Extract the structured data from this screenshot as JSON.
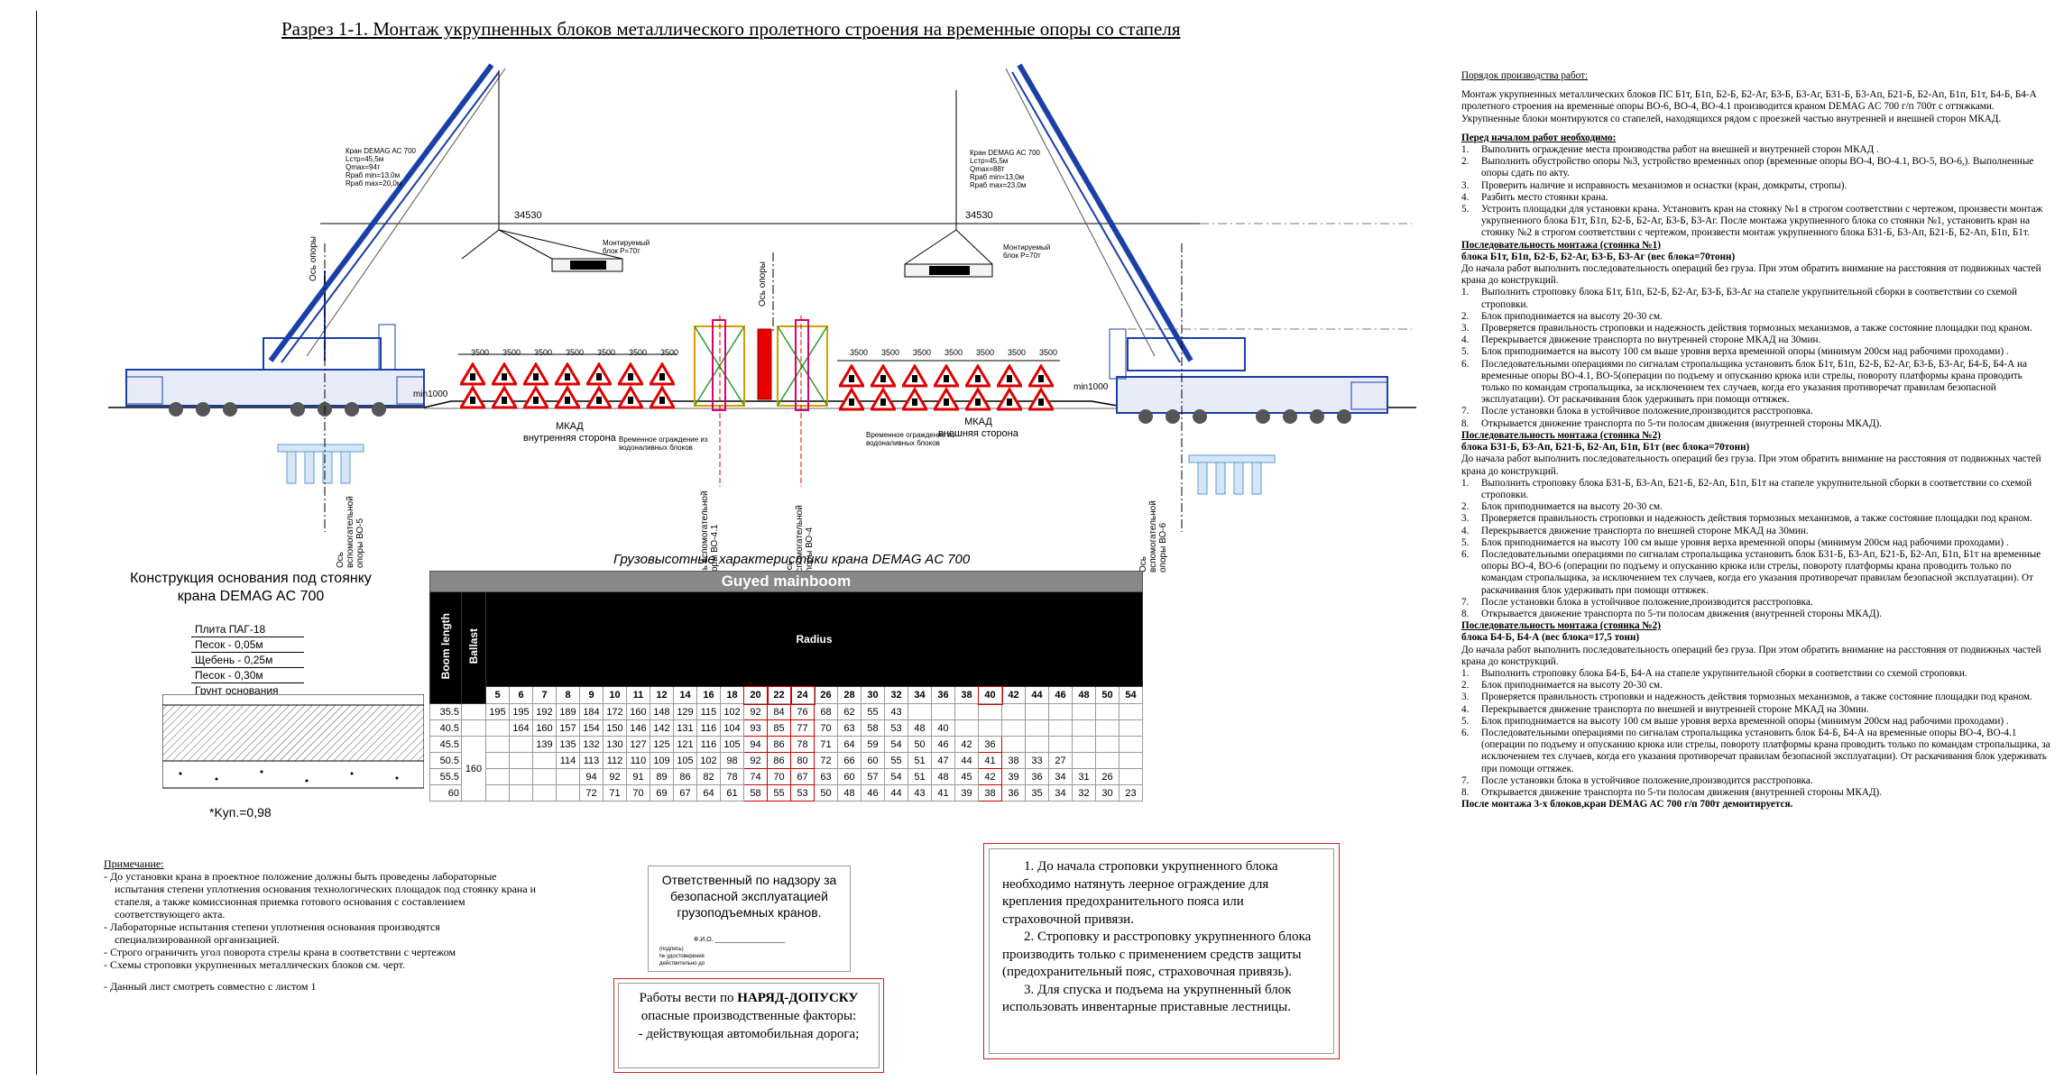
{
  "title": "Разрез 1-1. Монтаж укрупненных блоков металлического пролетного строения на временные опоры со стапеля",
  "drawing": {
    "crane_left": {
      "lines": [
        "Кран DEMAG AC 700",
        "Lстр=45,5м",
        "Qmax=94т",
        "Rраб min=13,0м",
        "Rраб max=20,0м"
      ]
    },
    "crane_right": {
      "lines": [
        "Кран DEMAG AC 700",
        "Lстр=45,5м",
        "Qmax=88т",
        "Rраб min=13,0м",
        "Rраб max=23,0м"
      ]
    },
    "dim_34530": "34530",
    "block_left": "Монтируемый\nблок P=70т",
    "block_right": "Монтируемый\nблок P=70т",
    "dim_3500": "3500",
    "min1000": "min1000",
    "mkad_inner": [
      "МКАД",
      "внутренняя  сторона"
    ],
    "mkad_outer": [
      "МКАД",
      "внешняя  сторона"
    ],
    "fence_note": "Временное ограждение из водоналивных блоков",
    "axis_vo5": [
      "Ось вспомогательной",
      "опоры ВО-5"
    ],
    "axis_vo4": [
      "Ось вспомогательной",
      "опоры ВО-4"
    ],
    "axis_vo41": [
      "Ось вспомогательной",
      "опоры ВО-4.1"
    ],
    "axis_vo6": [
      "Ось вспомогательной",
      "опоры ВО-6"
    ],
    "axis_small_left": "Ось опоры",
    "axis_small_mid": "Ось опоры"
  },
  "foundation": {
    "title": "Конструкция основания под стоянку крана DEMAG AC 700",
    "layers": [
      "Плита ПАГ-18",
      "Песок - 0,05м",
      "Щебень - 0,25м",
      "Песок - 0,30м",
      "Грунт основания"
    ],
    "k": "*Kуп.=0,98"
  },
  "crane_table": {
    "title": "Грузовысотные характеристики крана DEMAG AC 700",
    "top_label": "Guyed mainboom",
    "boom_label": "Boom length",
    "ballast_label": "Ballast",
    "radius_label": "Radius",
    "ballast_value": "160",
    "radius": [
      "5",
      "6",
      "7",
      "8",
      "9",
      "10",
      "11",
      "12",
      "14",
      "16",
      "18",
      "20",
      "22",
      "24",
      "26",
      "28",
      "30",
      "32",
      "34",
      "36",
      "38",
      "40",
      "42",
      "44",
      "46",
      "48",
      "50",
      "54"
    ],
    "rows": [
      {
        "boom": "35.5",
        "vals": [
          "195",
          "195",
          "192",
          "189",
          "184",
          "172",
          "160",
          "148",
          "129",
          "115",
          "102",
          "92",
          "84",
          "76",
          "68",
          "62",
          "55",
          "43",
          "",
          "",
          "",
          "",
          "",
          "",
          "",
          "",
          "",
          ""
        ]
      },
      {
        "boom": "40.5",
        "vals": [
          "",
          "164",
          "160",
          "157",
          "154",
          "150",
          "146",
          "142",
          "131",
          "116",
          "104",
          "93",
          "85",
          "77",
          "70",
          "63",
          "58",
          "53",
          "48",
          "40",
          "",
          "",
          "",
          "",
          "",
          "",
          "",
          ""
        ]
      },
      {
        "boom": "45.5",
        "vals": [
          "",
          "",
          "139",
          "135",
          "132",
          "130",
          "127",
          "125",
          "121",
          "116",
          "105",
          "94",
          "86",
          "78",
          "71",
          "64",
          "59",
          "54",
          "50",
          "46",
          "42",
          "36",
          "",
          "",
          "",
          "",
          "",
          ""
        ]
      },
      {
        "boom": "50.5",
        "vals": [
          "",
          "",
          "",
          "114",
          "113",
          "112",
          "110",
          "109",
          "105",
          "102",
          "98",
          "92",
          "86",
          "80",
          "72",
          "66",
          "60",
          "55",
          "51",
          "47",
          "44",
          "41",
          "38",
          "33",
          "27",
          "",
          "",
          ""
        ]
      },
      {
        "boom": "55.5",
        "vals": [
          "",
          "",
          "",
          "",
          "94",
          "92",
          "91",
          "89",
          "86",
          "82",
          "78",
          "74",
          "70",
          "67",
          "63",
          "60",
          "57",
          "54",
          "51",
          "48",
          "45",
          "42",
          "39",
          "36",
          "34",
          "31",
          "26",
          ""
        ]
      },
      {
        "boom": "60",
        "vals": [
          "",
          "",
          "",
          "",
          "72",
          "71",
          "70",
          "69",
          "67",
          "64",
          "61",
          "58",
          "55",
          "53",
          "50",
          "48",
          "46",
          "44",
          "43",
          "41",
          "39",
          "38",
          "36",
          "35",
          "34",
          "32",
          "30",
          "23"
        ]
      }
    ]
  },
  "notes": {
    "head": "Примечание:",
    "items": [
      "- До установки крана в проектное положение должны быть проведены лабораторные испытания степени уплотнения основания технологических площадок под стоянку крана и стапеля, а также комиссионная приемка готового основания с составлением соответствующего акта.",
      "- Лабораторные испытания степени уплотнения основания производятся специализированной организацией.",
      "- Строго ограничить угол поворота стрелы крана в соответствии с чертежом",
      "- Схемы строповки укрупненных металлических блоков см. черт.",
      "- Данный лист смотреть совместно с листом 1"
    ]
  },
  "resp": {
    "text": "Ответственный по надзору за безопасной эксплуатацией грузоподъемных кранов.",
    "fio": "Ф.И.О.",
    "sig": "(подпись)",
    "cert": "№ удостоверения",
    "valid": "действительно до"
  },
  "permit": {
    "line1a": "Работы вести по ",
    "line1b": "НАРЯД-ДОПУСКУ",
    "line2": "опасные производственные факторы:",
    "line3": "- действующая автомобильная дорога;"
  },
  "rules": [
    "1. До начала строповки укрупненного блока необходимо натянуть леерное ограждение для крепления предохранительного пояса или страховочной привязи.",
    "2. Строповку и расстроповку укрупненного блока производить только с применением средств защиты (предохранительный пояс, страховочная привязь).",
    "3. Для спуска и подъема на укрупненный блок использовать инвентарные приставные лестницы."
  ],
  "procedure": {
    "head": "Порядок производства работ:",
    "intro": "Монтаж укрупненных металлических блоков  ПС Б1т, Б1п, Б2-Б, Б2-Аг, Б3-Б, Б3-Аг,  Б31-Б, Б3-Ап, Б21-Б, Б2-Ап, Б1п, Б1т, Б4-Б, Б4-А    пролетного строения на временные опоры ВО-6, ВО-4, ВО-4.1 производится краном   DEMAG AC 700 г/п 700т с оттяжками. Укрупненные блоки монтируются со стапелей, находящихся рядом с проезжей частью внутренней и внешней сторон МКАД.",
    "before_head": "Перед началом работ необходимо:",
    "before": [
      "Выполнить ограждение места производства работ на внешней и внутренней сторон МКАД .",
      "Выполнить обустройство опоры №3, устройство временных опор (временные опоры ВО-4, ВО-4.1, ВО-5, ВО-6,). Выполненные опоры сдать по акту.",
      "Проверить наличие и исправность механизмов и оснастки (кран, домкраты, стропы).",
      "Разбить место стоянки крана.",
      "Устроить площадки для установки крана. Установить кран на стоянку №1 в строгом соответствии с чертежом, произвести монтаж укрупненного блока Б1т, Б1п, Б2-Б, Б2-Аг, Б3-Б, Б3-Аг.  После монтажа укрупненного блока со стоянки №1, установить кран на стоянку №2 в  строгом соответствии с чертежом, произвести монтаж укрупненного блока Б31-Б, Б3-Ап, Б21-Б, Б2-Ап, Б1п, Б1т."
    ],
    "s1_head": "Последовательность монтажа (стоянка №1)",
    "s1_block": "блока Б1т, Б1п, Б2-Б, Б2-Аг, Б3-Б, Б3-Аг  (вес блока=70тонн)",
    "s1_pre": "До начала работ выполнить последовательность операций без груза. При этом обратить внимание на расстояния от подвижных частей крана до конструкций.",
    "s1": [
      "Выполнить строповку блока Б1т, Б1п, Б2-Б, Б2-Аг, Б3-Б, Б3-Аг на стапеле укрупнительной сборки в соответствии со схемой строповки.",
      "Блок приподнимается на высоту 20-30 см.",
      "Проверяется правильность строповки и надежность действия тормозных механизмов, а также состояние площадки под краном.",
      "Перекрывается движение транспорта по внутренней стороне МКАД на 30мин.",
      "Блок приподнимается на высоту 100 см выше уровня верха временной опоры (минимум 200см над рабочими проходами) .",
      "Последовательными операциями по сигналам стропальщика установить блок Б1т, Б1п, Б2-Б, Б2-Аг, Б3-Б, Б3-Аг, Б4-Б, Б4-А на временные опоры ВО-4.1, ВО-5(операции по подъему и опусканию крюка или стрелы, повороту платформы крана проводить только по командам стропальщика, за исключением тех случаев, когда его указания противоречат правилам безопасной эксплуатации). От раскачивания блок удерживать при помощи оттяжек.",
      "После установки блока в устойчивое положение,производится расстроповка.",
      "Открывается движение транспорта по 5-ти полосам движения (внутренней стороны МКАД)."
    ],
    "s2_head": "Последовательность монтажа (стоянка №2)",
    "s2_block": "блока Б31-Б, Б3-Ап, Б21-Б, Б2-Ап, Б1п, Б1т (вес блока=70тонн)",
    "s2_pre": "До начала работ выполнить последовательность операций без груза. При этом обратить внимание на расстояния от подвижных частей крана до конструкций.",
    "s2": [
      "Выполнить строповку блока Б31-Б, Б3-Ап, Б21-Б, Б2-Ап, Б1п, Б1т на стапеле укрупнительной сборки в соответствии со схемой строповки.",
      "Блок приподнимается на высоту 20-30 см.",
      "Проверяется правильность строповки и надежность действия тормозных механизмов, а также состояние площадки под краном.",
      "Перекрывается движение транспорта по внешней стороне МКАД на 30мин.",
      "Блок приподнимается на высоту 100 см выше уровня верха временной опоры (минимум 200см над рабочими проходами) .",
      "Последовательными операциями по сигналам стропальщика установить блок Б31-Б, Б3-Ап, Б21-Б, Б2-Ап, Б1п, Б1т на временные опоры ВО-4, ВО-6 (операции по подъему и опусканию крюка или стрелы, повороту платформы крана проводить только по командам стропальщика, за исключением тех случаев, когда его указания противоречат правилам безопасной эксплуатации). От раскачивания блок удерживать при помощи оттяжек.",
      "После установки блока в устойчивое положение,производится расстроповка.",
      "Открывается движение транспорта по 5-ти полосам движения (внутренней стороны МКАД)."
    ],
    "s3_head": "Последовательность монтажа (стоянка №2)",
    "s3_block": "блока Б4-Б, Б4-А (вес блока=17,5 тонн)",
    "s3_pre": "До начала работ выполнить последовательность операций без груза. При этом обратить внимание на расстояния от подвижных частей крана до конструкций.",
    "s3": [
      "Выполнить строповку блока Б4-Б, Б4-А  на стапеле укрупнительной сборки в соответствии со схемой строповки.",
      "Блок приподнимается на высоту 20-30 см.",
      "Проверяется правильность строповки и надежность действия тормозных механизмов, а также состояние площадки под краном.",
      "Перекрывается движение транспорта по внешней и внутренней стороне МКАД на 30мин.",
      "Блок приподнимается на высоту 100 см выше уровня верха временной опоры (минимум 200см над рабочими проходами) .",
      "Последовательными операциями по сигналам стропальщика установить блок Б4-Б, Б4-А на временные опоры ВО-4, ВО-4.1 (операции по подъему и опусканию крюка или стрелы, повороту платформы крана проводить только по командам стропальщика, за исключением тех случаев, когда его указания противоречат правилам безопасной эксплуатации). От раскачивания блок удерживать при помощи оттяжек.",
      "После установки блока в устойчивое положение,производится расстроповка.",
      "Открывается движение транспорта по 5-ти полосам движения (внутренней стороны МКАД)."
    ],
    "final": "После монтажа 3-х  блоков,кран DEMAG AC 700 г/п 700т демонтируется."
  }
}
